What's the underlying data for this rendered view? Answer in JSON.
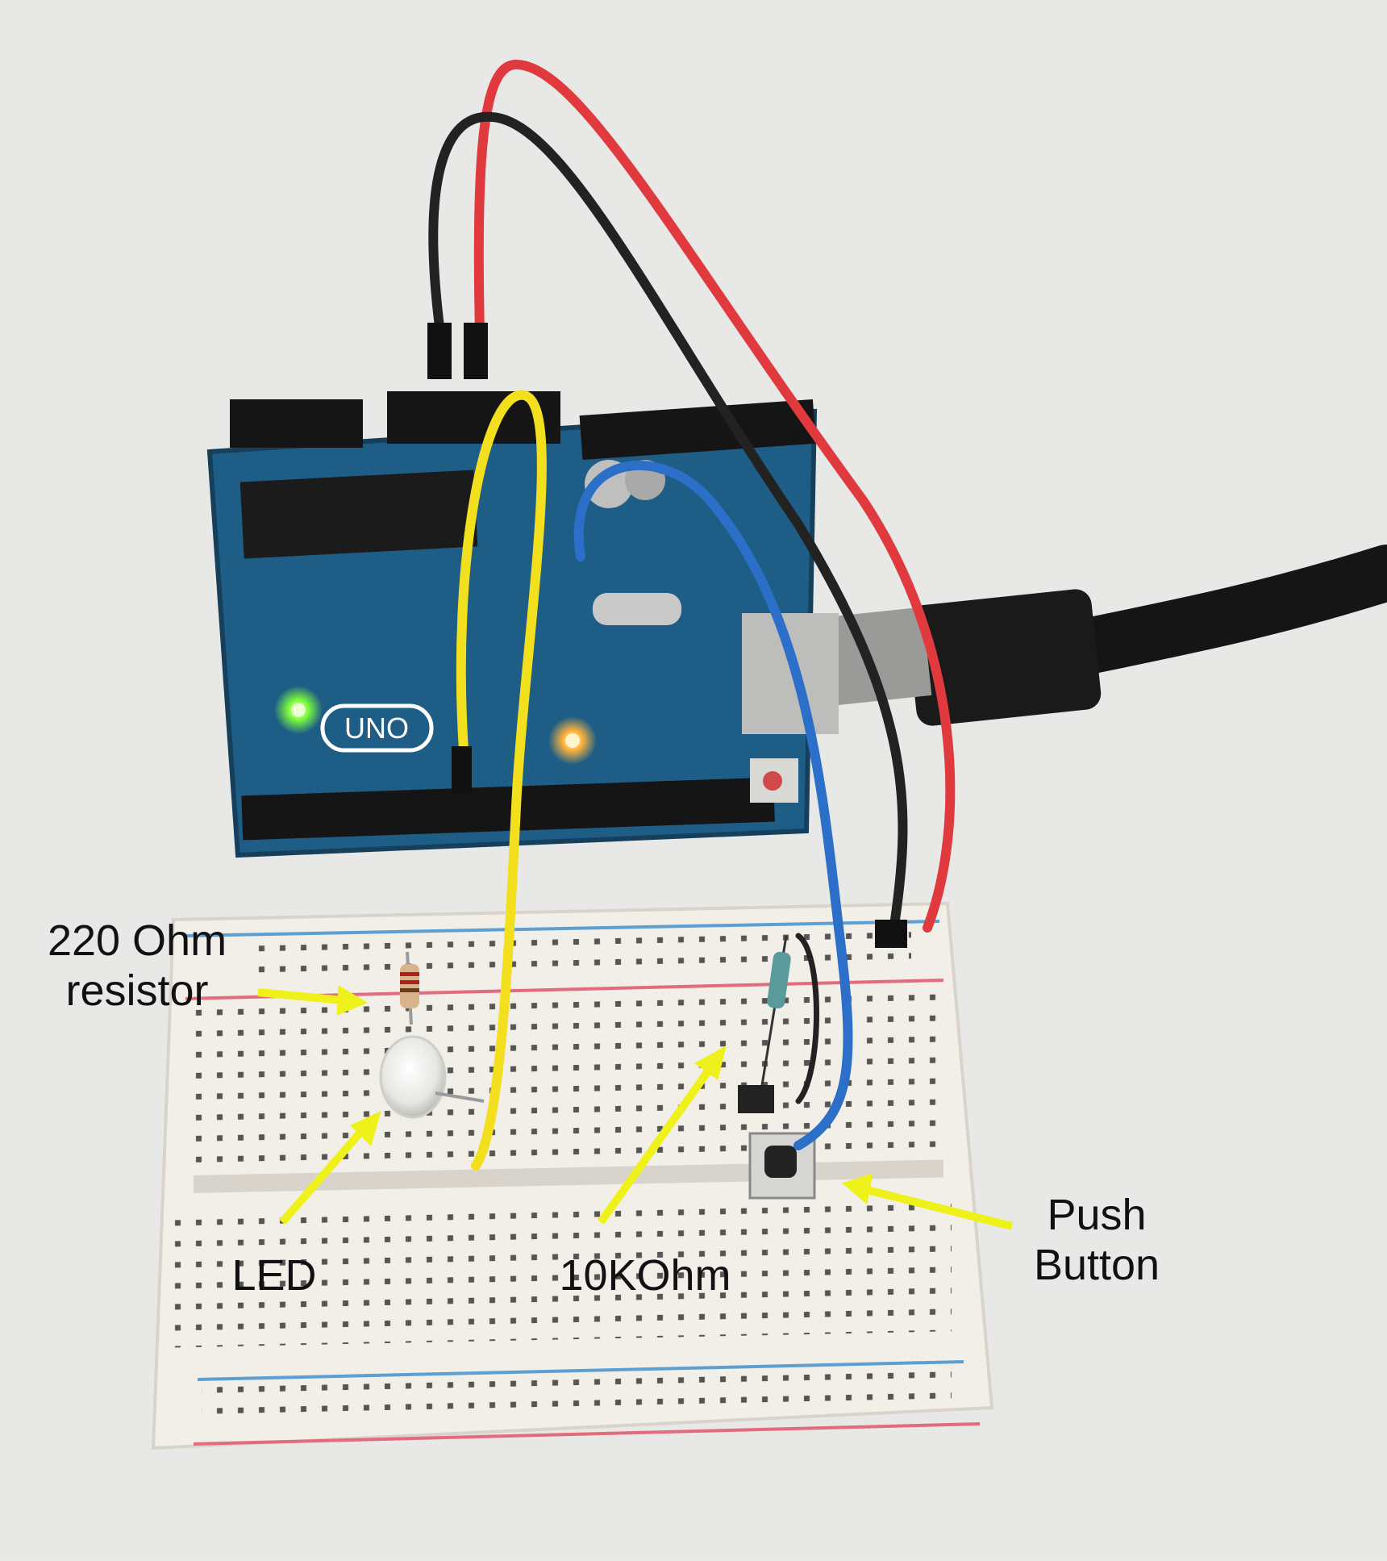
{
  "labels": {
    "resistor_220": [
      "220 Ohm",
      "resistor"
    ],
    "led": "LED",
    "resistor_10k": "10KOhm",
    "push_button": [
      "Push",
      "Button"
    ]
  },
  "board_marking": "UNO",
  "colors": {
    "background": "#e9e9e7",
    "board": "#1e5e86",
    "breadboard": "#f2efe9",
    "wire_red": "#e03a3e",
    "wire_black": "#222222",
    "wire_yellow": "#f2df1d",
    "wire_blue": "#2c6fc9",
    "arrow": "#eef21a",
    "led_on_green": "#7dff3a",
    "led_on_orange": "#ffb23a",
    "rail_red": "#e36b7d",
    "rail_blue": "#5b9fd4"
  }
}
